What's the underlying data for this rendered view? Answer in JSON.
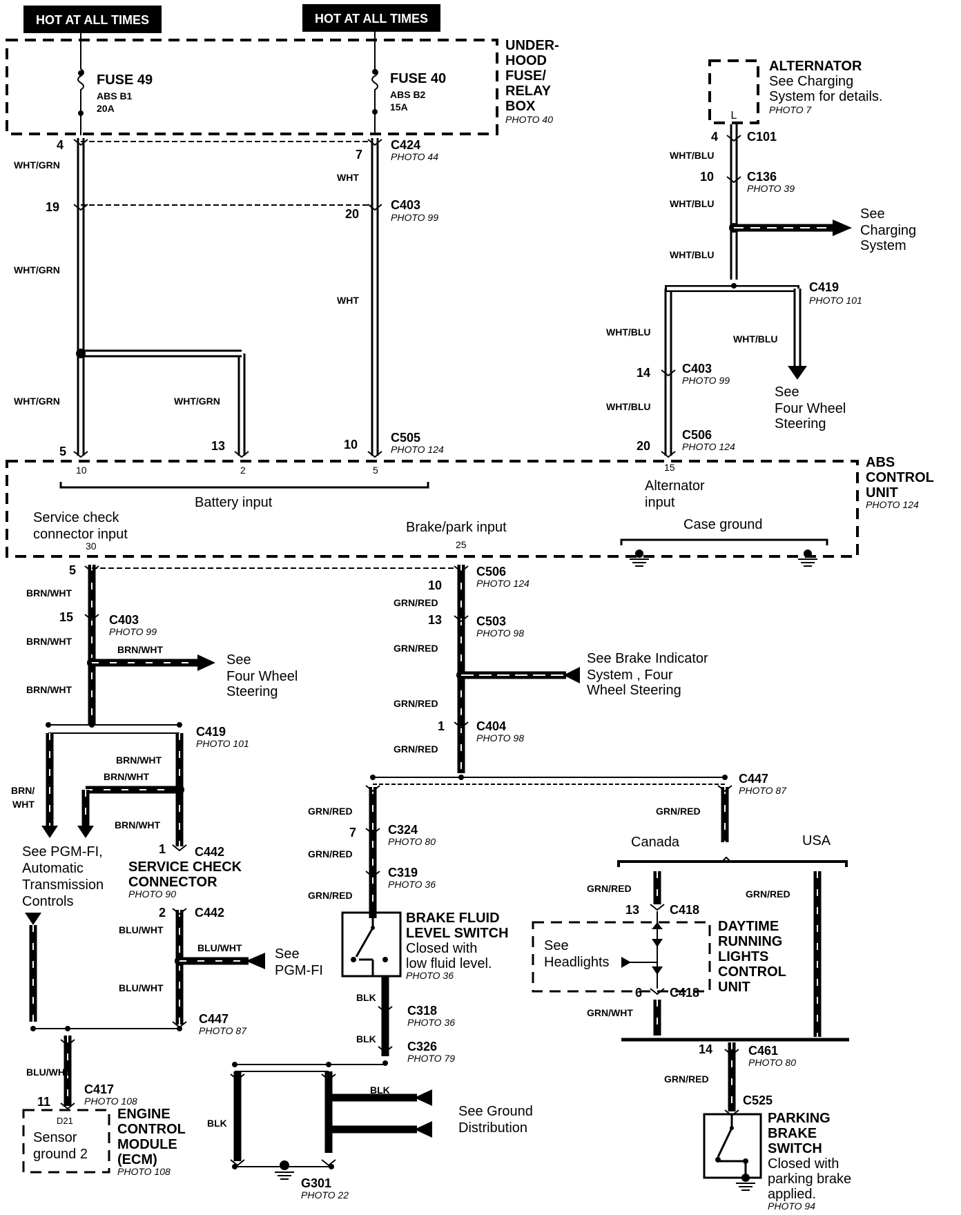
{
  "top": {
    "hot1": "HOT AT ALL TIMES",
    "hot2": "HOT AT ALL TIMES",
    "fuse49": {
      "name": "FUSE 49",
      "circuit": "ABS B1",
      "rating": "20A"
    },
    "fuse40": {
      "name": "FUSE 40",
      "circuit": "ABS B2",
      "rating": "15A"
    },
    "relay_box": {
      "l1": "UNDER-",
      "l2": "HOOD",
      "l3": "FUSE/",
      "l4": "RELAY",
      "l5": "BOX",
      "photo": "PHOTO 40"
    }
  },
  "alternator": {
    "title": "ALTERNATOR",
    "l1": "See Charging",
    "l2": "System for details.",
    "photo": "PHOTO 7",
    "terminal": "L"
  },
  "connectors": {
    "c424": {
      "name": "C424",
      "photo": "PHOTO 44"
    },
    "c403a": {
      "name": "C403",
      "photo": "PHOTO 99"
    },
    "c505": {
      "name": "C505",
      "photo": "PHOTO 124"
    },
    "c101": {
      "name": "C101"
    },
    "c136": {
      "name": "C136",
      "photo": "PHOTO 39"
    },
    "c419a": {
      "name": "C419",
      "photo": "PHOTO 101"
    },
    "c403b": {
      "name": "C403",
      "photo": "PHOTO 99"
    },
    "c506a": {
      "name": "C506",
      "photo": "PHOTO 124"
    },
    "c506b": {
      "name": "C506",
      "photo": "PHOTO 124"
    },
    "c403c": {
      "name": "C403",
      "photo": "PHOTO 99"
    },
    "c503": {
      "name": "C503",
      "photo": "PHOTO 98"
    },
    "c404": {
      "name": "C404",
      "photo": "PHOTO 98"
    },
    "c419b": {
      "name": "C419",
      "photo": "PHOTO 101"
    },
    "c442a": {
      "name": "C442"
    },
    "c442b": {
      "name": "C442"
    },
    "c447a": {
      "name": "C447",
      "photo": "PHOTO 87"
    },
    "c447b": {
      "name": "C447",
      "photo": "PHOTO 87"
    },
    "c417": {
      "name": "C417",
      "photo": "PHOTO 108"
    },
    "c324": {
      "name": "C324",
      "photo": "PHOTO 80"
    },
    "c319": {
      "name": "C319",
      "photo": "PHOTO 36"
    },
    "c318": {
      "name": "C318",
      "photo": "PHOTO 36"
    },
    "c326": {
      "name": "C326",
      "photo": "PHOTO 79"
    },
    "c418a": {
      "name": "C418"
    },
    "c418b": {
      "name": "C418"
    },
    "c461": {
      "name": "C461",
      "photo": "PHOTO 80"
    },
    "c525": {
      "name": "C525"
    },
    "g301": {
      "name": "G301",
      "photo": "PHOTO 22"
    }
  },
  "pins": {
    "p4": "4",
    "p7": "7",
    "p19": "19",
    "p20": "20",
    "p5": "5",
    "p13": "13",
    "p10": "10",
    "p4b": "4",
    "p10b": "10",
    "p14": "14",
    "p20b": "20",
    "a10": "10",
    "a2": "2",
    "a5": "5",
    "a15": "15",
    "a30": "30",
    "a25": "25",
    "p5b": "5",
    "p15": "15",
    "p10c": "10",
    "p13b": "13",
    "p1": "1",
    "p1b": "1",
    "p2": "2",
    "p11": "11",
    "p7b": "7",
    "p13c": "13",
    "p6": "6",
    "p14b": "14"
  },
  "wires": {
    "whtgrn": "WHT/GRN",
    "wht": "WHT",
    "whtblu": "WHT/BLU",
    "brnwht": "BRN/WHT",
    "brn": "BRN/",
    "wht2": "WHT",
    "grnred": "GRN/RED",
    "bluwht": "BLU/WHT",
    "blk": "BLK",
    "grnwht": "GRN/WHT"
  },
  "abs": {
    "title1": "ABS",
    "title2": "CONTROL",
    "title3": "UNIT",
    "photo": "PHOTO 124",
    "battery": "Battery input",
    "service1": "Service check",
    "service2": "connector input",
    "brake": "Brake/park input",
    "alt1": "Alternator",
    "alt2": "input",
    "case": "Case ground"
  },
  "refs": {
    "charging": {
      "l1": "See",
      "l2": "Charging",
      "l3": "System"
    },
    "fws1": {
      "l1": "See",
      "l2": "Four Wheel",
      "l3": "Steering"
    },
    "fws2": {
      "l1": "See",
      "l2": "Four Wheel",
      "l3": "Steering"
    },
    "brakeind": {
      "l1": "See Brake Indicator",
      "l2": "System , Four",
      "l3": "Wheel Steering"
    },
    "pgm": {
      "l1": "See PGM-FI,",
      "l2": "Automatic",
      "l3": "Transmission",
      "l4": "Controls"
    },
    "pgm2": {
      "l1": "See",
      "l2": "PGM-FI"
    },
    "ground": {
      "l1": "See Ground",
      "l2": "Distribution"
    },
    "headlights": {
      "l1": "See",
      "l2": "Headlights"
    }
  },
  "components": {
    "service_connector": {
      "l1": "SERVICE CHECK",
      "l2": "CONNECTOR",
      "photo": "PHOTO 90"
    },
    "ecm": {
      "l1": "ENGINE",
      "l2": "CONTROL",
      "l3": "MODULE",
      "l4": "(ECM)",
      "photo": "PHOTO 108",
      "pin": "D21",
      "sensor1": "Sensor",
      "sensor2": "ground 2"
    },
    "brake_fluid": {
      "l1": "BRAKE FLUID",
      "l2": "LEVEL SWITCH",
      "l3": "Closed with",
      "l4": "low fluid level.",
      "photo": "PHOTO 36"
    },
    "drl": {
      "l1": "DAYTIME",
      "l2": "RUNNING",
      "l3": "LIGHTS",
      "l4": "CONTROL",
      "l5": "UNIT"
    },
    "parking": {
      "l1": "PARKING",
      "l2": "BRAKE",
      "l3": "SWITCH",
      "l4": "Closed with",
      "l5": "parking brake",
      "l6": "applied.",
      "photo": "PHOTO 94"
    }
  },
  "regions": {
    "canada": "Canada",
    "usa": "USA"
  }
}
